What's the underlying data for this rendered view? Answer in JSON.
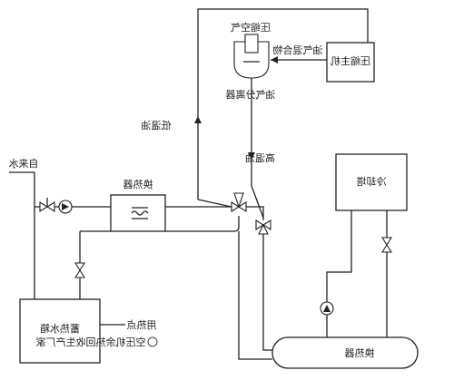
{
  "components": {
    "compressor_host": "压缩主机",
    "compressor_oil": "压缩空气",
    "oil_gas_mix": "油气混合物",
    "oil_gas_separator": "油气分离器",
    "low_temp_oil": "低温油",
    "high_temp_oil": "高温油",
    "tap_water": "自来水",
    "heat_exchanger_top": "换热器",
    "heat_storage_tank": "蓄热水箱",
    "hot_water_point": "用热点",
    "cooling_tower": "冷却塔",
    "heat_exchanger_bottom": "换热器"
  },
  "watermark": "空压机余热回收生产厂家"
}
